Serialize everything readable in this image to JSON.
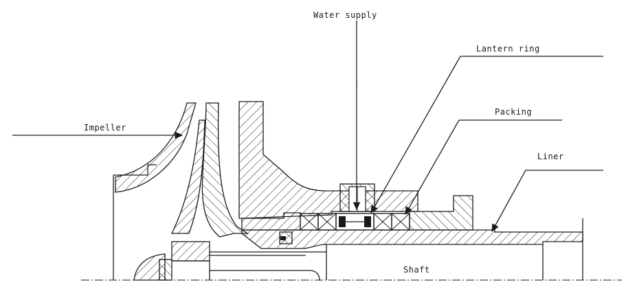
{
  "labels": {
    "water_supply": "Water supply",
    "lantern_ring": "Lantern ring",
    "packing": "Packing",
    "liner": "Liner",
    "impeller": "Impeller",
    "shaft": "Shaft"
  },
  "colors": {
    "ink": "#1a1a1a",
    "paper": "#ffffff"
  }
}
